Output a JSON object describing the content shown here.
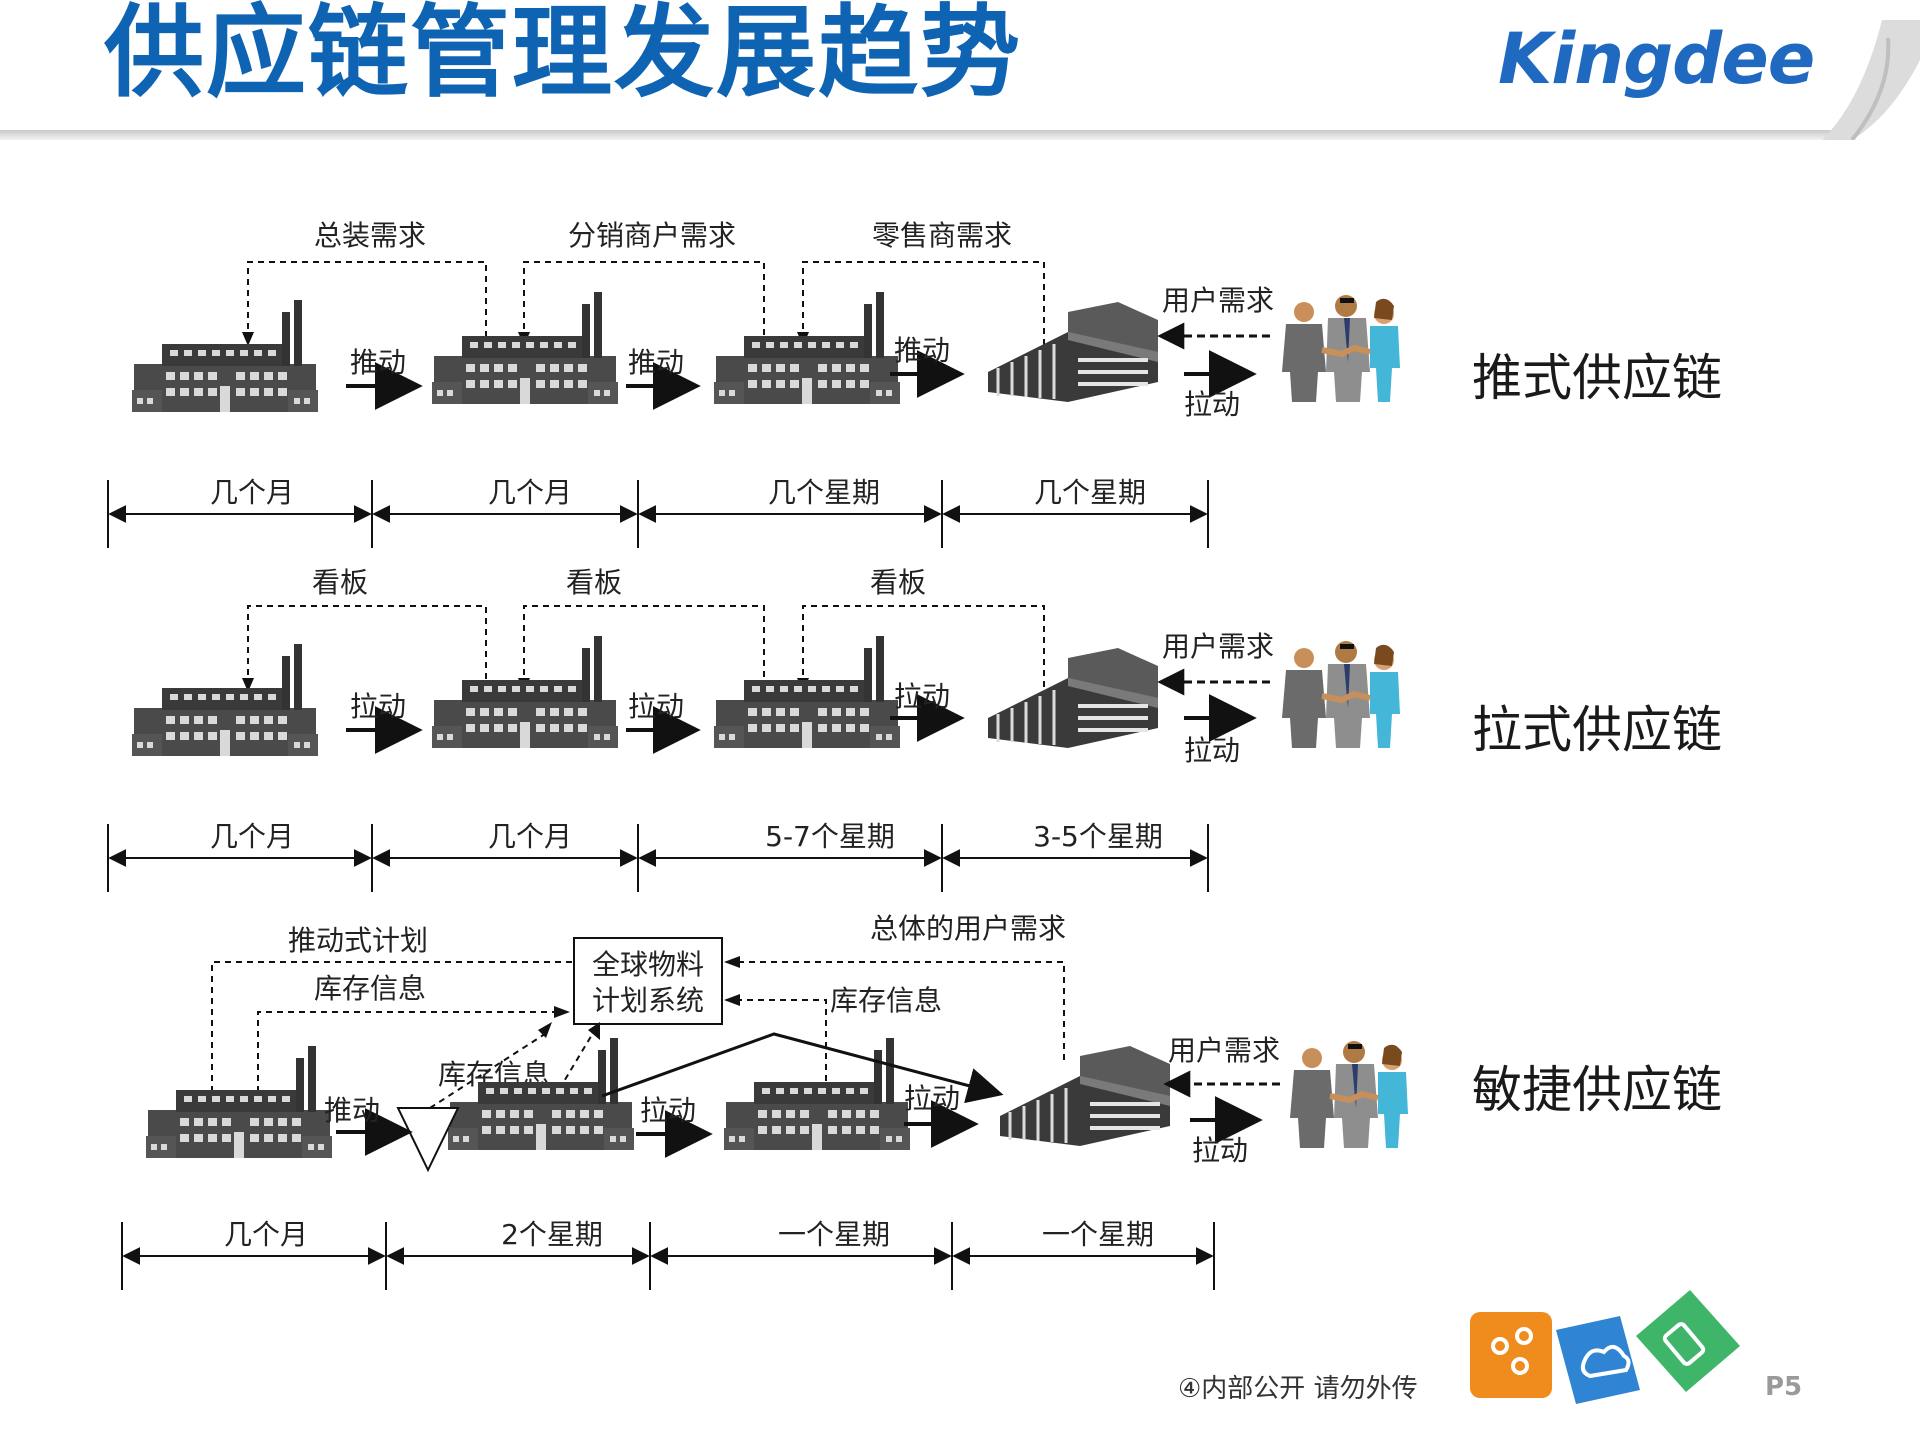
{
  "slide": {
    "title": "供应链管理发展趋势",
    "logo": "Kingdee",
    "footer_note": "④内部公开 请勿外传",
    "page": "P5"
  },
  "push": {
    "name": "推式供应链",
    "demands": [
      "总装需求",
      "分销商户需求",
      "零售商需求"
    ],
    "arrows": [
      "推动",
      "推动",
      "推动"
    ],
    "user_demand": "用户需求",
    "pull": "拉动",
    "timeline": [
      "几个月",
      "几个月",
      "几个星期",
      "几个星期"
    ]
  },
  "pull": {
    "name": "拉式供应链",
    "kanban": [
      "看板",
      "看板",
      "看板"
    ],
    "arrows": [
      "拉动",
      "拉动",
      "拉动"
    ],
    "user_demand": "用户需求",
    "pull": "拉动",
    "timeline": [
      "几个月",
      "几个月",
      "5-7个星期",
      "3-5个星期"
    ]
  },
  "agile": {
    "name": "敏捷供应链",
    "push_plan": "推动式计划",
    "inventory_info": "库存信息",
    "mrp_line1": "全球物料",
    "mrp_line2": "计划系统",
    "overall_demand": "总体的用户需求",
    "inventory_info_2": "库存信息",
    "inventory_info_3": "库存信息",
    "push": "推动",
    "pull_1": "拉动",
    "pull_2": "拉动",
    "user_demand": "用户需求",
    "pull": "拉动",
    "timeline": [
      "几个月",
      "2个星期",
      "一个星期",
      "一个星期"
    ]
  },
  "colors": {
    "title": "#0e63b3",
    "logo": "#1f69c0",
    "factory": "#3a3a3a",
    "line": "#111111"
  },
  "icons": [
    "factory-icon",
    "warehouse-icon",
    "handshake-people-icon",
    "inventory-triangle-icon",
    "app-tiles-icon"
  ]
}
